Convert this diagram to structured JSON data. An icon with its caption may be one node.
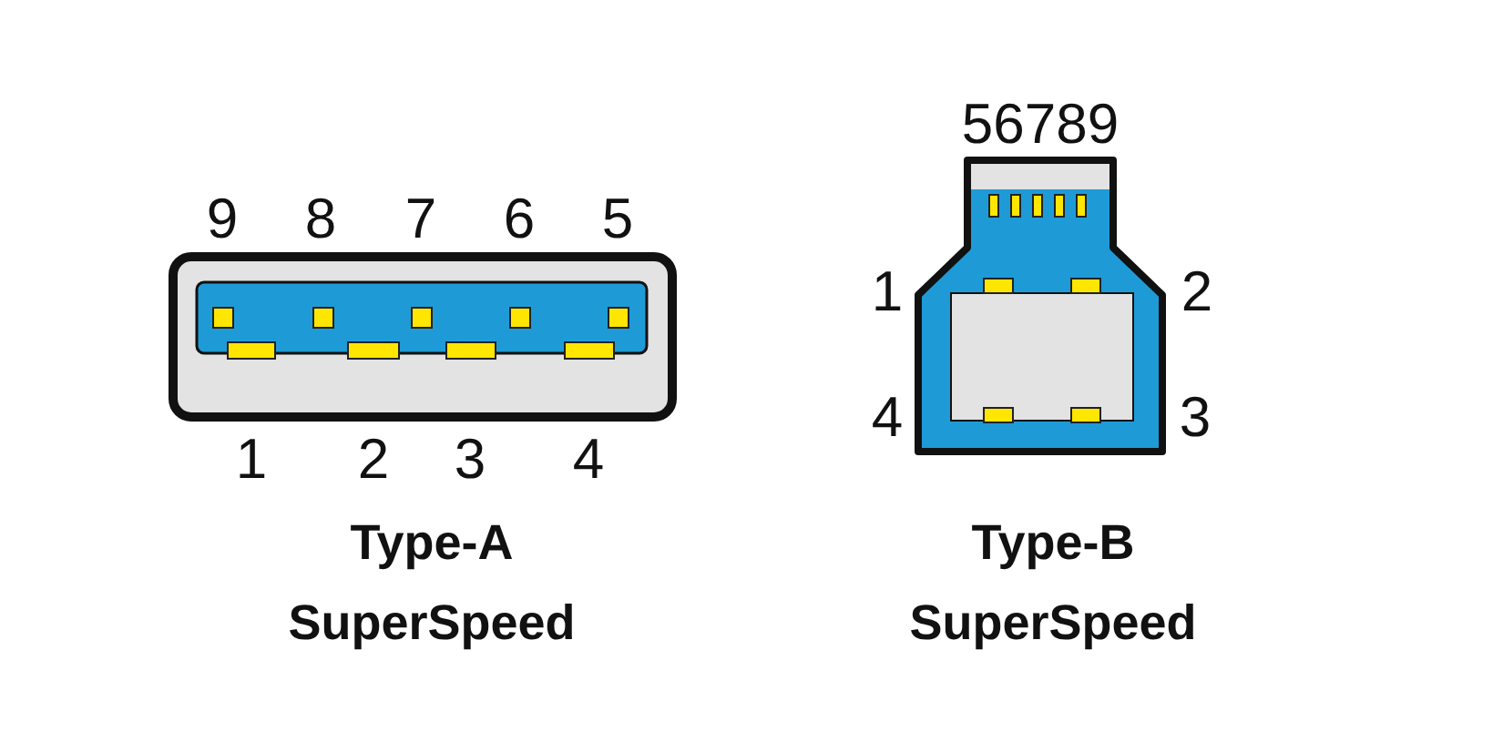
{
  "diagram": {
    "labels": [
      "9",
      "8",
      "7",
      "6",
      "5",
      "1",
      "2",
      "3",
      "4",
      "Type-A SuperSpeed",
      "56789",
      "1",
      "2",
      "4",
      "3",
      "Type-B SuperSpeed"
    ]
  }
}
